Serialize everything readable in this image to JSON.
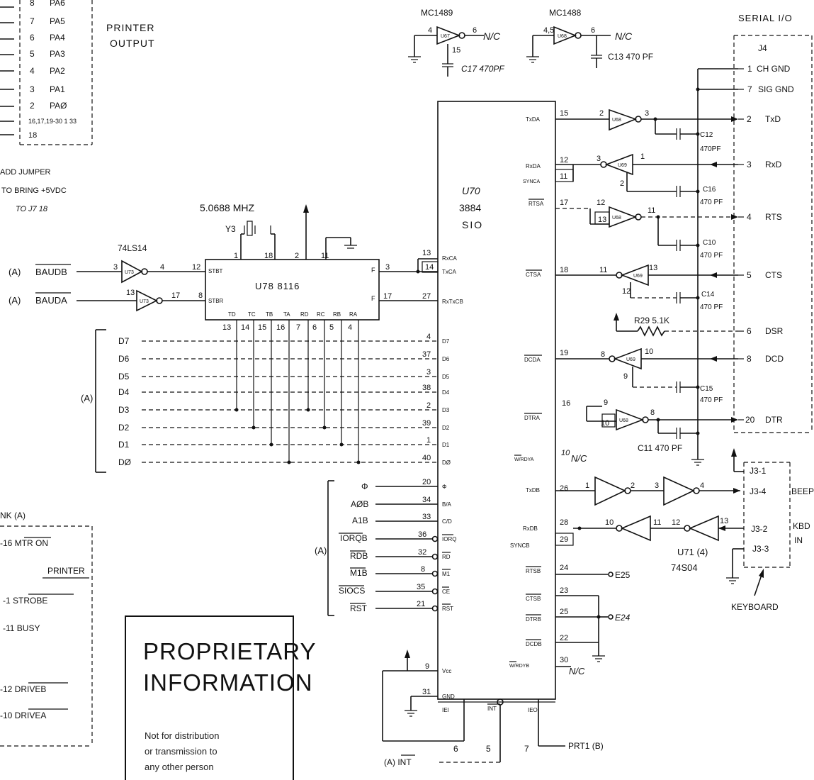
{
  "header": {
    "mc1489": "MC1489",
    "mc1488": "MC1488",
    "u67": "U67",
    "u68": "U68",
    "nc_a": "N/C",
    "nc_b": "N/C",
    "c17": "C17 470PF",
    "c13": "C13 470 PF",
    "serial_io": "SERIAL I/O",
    "j4": "J4"
  },
  "printer": {
    "rows": [
      {
        "pin": "8",
        "sig": "PA6"
      },
      {
        "pin": "7",
        "sig": "PA5"
      },
      {
        "pin": "6",
        "sig": "PA4"
      },
      {
        "pin": "5",
        "sig": "PA3"
      },
      {
        "pin": "4",
        "sig": "PA2"
      },
      {
        "pin": "3",
        "sig": "PA1"
      },
      {
        "pin": "2",
        "sig": "PAØ"
      }
    ],
    "pins_extra": "16,17,19-30 1 33",
    "pin18": "18",
    "title1": "PRINTER",
    "title2": "OUTPUT",
    "note1": "ADD JUMPER",
    "note2": "TO BRING +5VDC",
    "note3": "TO J7 18"
  },
  "clock": {
    "freq": "5.0688 MHZ",
    "y3": "Y3",
    "chip_74": "74LS14",
    "u73a": "U73",
    "u73b": "U73",
    "in_a": "(A)",
    "in_b": "(A)",
    "baudb": "BAUDB",
    "bauda": "BAUDA",
    "u78": "U78  8116",
    "stbt": "STBT",
    "stbr": "STBR",
    "ft": "F",
    "fr": "F",
    "pins_top": [
      "1",
      "18",
      "2",
      "11"
    ],
    "p12": "12",
    "p8": "8",
    "p3a": "3",
    "p4": "4",
    "p13": "13",
    "p17": "17",
    "p3b": "3",
    "p17b": "17",
    "bot_labels": [
      "TD",
      "TC",
      "TB",
      "TA",
      "RD",
      "RC",
      "RB",
      "RA"
    ],
    "bot_pins": [
      "13",
      "14",
      "15",
      "16",
      "7",
      "6",
      "5",
      "4"
    ]
  },
  "databus": {
    "a_label": "(A)",
    "lines": [
      "D7",
      "D6",
      "D5",
      "D4",
      "D3",
      "D2",
      "D1",
      "DØ"
    ],
    "pins": [
      "4",
      "37",
      "3",
      "38",
      "2",
      "39",
      "1",
      "40"
    ],
    "sio_labels": [
      "D7",
      "D6",
      "D5",
      "D4",
      "D3",
      "D2",
      "D1",
      "DØ"
    ]
  },
  "control": {
    "a_label": "(A)",
    "lines": [
      "Φ",
      "AØB",
      "A1B",
      "IORQB",
      "RDB",
      "M1B",
      "SIOCS",
      "RST"
    ],
    "pins": [
      "20",
      "34",
      "33",
      "36",
      "32",
      "8",
      "35",
      "21"
    ],
    "sio_labels": [
      "Φ",
      "B/A",
      "C/D",
      "IORQ",
      "RD",
      "M1",
      "CE",
      "RST"
    ]
  },
  "sio": {
    "name": "U70",
    "part": "3884",
    "type": "SIO",
    "rxca": "RxCA",
    "txca": "TxCA",
    "rxtxcb": "RxTxCB",
    "pin13": "13",
    "pin14": "14",
    "pin27": "27",
    "vcc": "Vcc",
    "gnd": "GND",
    "pin9": "9",
    "pin31": "31",
    "iei": "IEI",
    "int": "INT",
    "ieo": "IEO",
    "pin6": "6",
    "pin5": "5",
    "pin7": "7",
    "int_in": "(A) INT",
    "prt1": "PRT1 (B)"
  },
  "right_pins": [
    {
      "label": "TxDA",
      "pin": "15"
    },
    {
      "label": "RxDA",
      "pin": "12"
    },
    {
      "label": "SYNCA",
      "pin": "11"
    },
    {
      "label": "RTSA",
      "pin": "17"
    },
    {
      "label": "CTSA",
      "pin": "18"
    },
    {
      "label": "DCDA",
      "pin": "19"
    },
    {
      "label": "DTRA",
      "pin": "16"
    },
    {
      "label": "W/RDYA",
      "pin": "10"
    },
    {
      "label": "TxDB",
      "pin": "26"
    },
    {
      "label": "RxDB",
      "pin": "28"
    },
    {
      "label": "SYNCB",
      "pin": "29"
    },
    {
      "label": "RTSB",
      "pin": "24"
    },
    {
      "label": "CTSB",
      "pin": "23"
    },
    {
      "label": "DTRB",
      "pin": "25"
    },
    {
      "label": "DCDB",
      "pin": "22"
    },
    {
      "label": "W/RDYB",
      "pin": "30"
    }
  ],
  "drivers": {
    "u68": "U68",
    "u69": "U69",
    "nc_rdya": "N/C",
    "nc_rdyb": "N/C",
    "e25": "E25",
    "e24": "E24",
    "r29": "R29 5.1K",
    "caps": [
      "C12",
      "470PF",
      "C16",
      "470 PF",
      "C10",
      "470 PF",
      "C14",
      "470 PF",
      "C15",
      "470 PF",
      "C11  470 PF"
    ],
    "gate_pins": [
      "2",
      "3",
      "3",
      "1",
      "2",
      "12",
      "13",
      "11",
      "11",
      "13",
      "12",
      "8",
      "10",
      "9",
      "9",
      "10",
      "8"
    ]
  },
  "j4": {
    "rows": [
      {
        "pin": "1",
        "sig": "CH GND"
      },
      {
        "pin": "7",
        "sig": "SIG GND"
      },
      {
        "pin": "2",
        "sig": "TxD"
      },
      {
        "pin": "3",
        "sig": "RxD"
      },
      {
        "pin": "4",
        "sig": "RTS"
      },
      {
        "pin": "5",
        "sig": "CTS"
      },
      {
        "pin": "6",
        "sig": "DSR"
      },
      {
        "pin": "8",
        "sig": "DCD"
      },
      {
        "pin": "20",
        "sig": "DTR"
      }
    ]
  },
  "keyboard": {
    "j3_1": "J3-1",
    "j3_4": "J3-4",
    "j3_2": "J3-2",
    "j3_3": "J3-3",
    "beep": "BEEP",
    "kbd": "KBD",
    "in": "IN",
    "u71": "U71 (4)",
    "part": "74S04",
    "label": "KEYBOARD",
    "pins": [
      "1",
      "2",
      "3",
      "4",
      "10",
      "11",
      "12",
      "13"
    ]
  },
  "lowerleft": {
    "hdr": "NK (A)",
    "mtr": "-16  MTR ON",
    "printer": "PRINTER",
    "strobe": "-1   STROBE",
    "busy": "-11    BUSY",
    "driveb": "-12  DRIVEB",
    "drivea": "-10  DRIVEA"
  },
  "proprietary": {
    "title1": "PROPRIETARY",
    "title2": "INFORMATION",
    "line1": "Not for distribution",
    "line2": "or transmission to",
    "line3": "any other person"
  }
}
